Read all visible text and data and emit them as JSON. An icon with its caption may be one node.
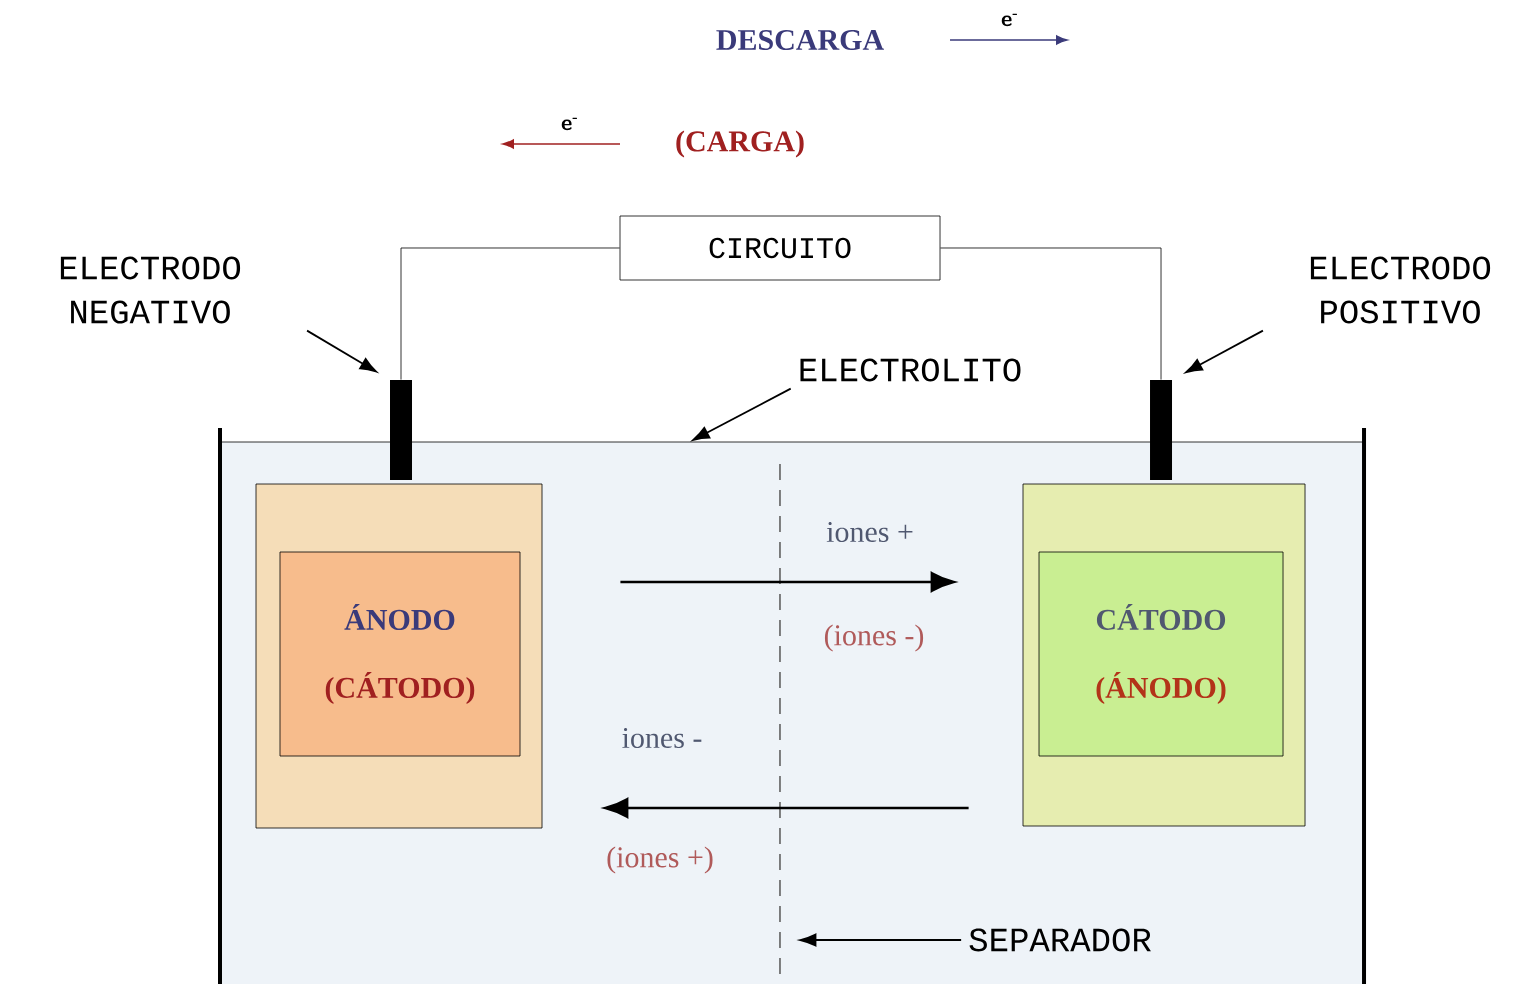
{
  "diagram": {
    "nodes": [
      {
        "text": [
          "CIRCUITO"
        ]
      },
      {
        "text": [
          "ELECTRODO NEGATIVO"
        ]
      },
      {
        "text": [
          "ELECTRODO POSITIVO"
        ]
      },
      {
        "text": [
          "ELECTROLITO"
        ]
      },
      {
        "text": [
          "SEPARADOR"
        ],
        "in": 5
      },
      {
        "text": [],
        "shape": "box"
      },
      {
        "text": [],
        "shape": "box",
        "in": 5
      },
      {
        "text": [
          "ÁNODO",
          "(CÁTODO)"
        ],
        "in": 6
      },
      {
        "text": [],
        "shape": "box",
        "in": 5
      },
      {
        "text": [
          "CÁTODO",
          "(ÁNODO)"
        ],
        "in": 8
      },
      {
        "text": [],
        "shape": "bar"
      },
      {
        "text": [],
        "shape": "bar"
      },
      {
        "text": [],
        "shape": "line",
        "in": 5
      }
    ],
    "edges": [
      {
        "from": 0,
        "to": 10,
        "arrow": "none"
      },
      {
        "from": 0,
        "to": 11,
        "arrow": "none"
      },
      {
        "from": 1,
        "to": 10,
        "arrow": "to"
      },
      {
        "from": 2,
        "to": 11,
        "arrow": "to"
      },
      {
        "from": 3,
        "to": 5,
        "arrow": "to"
      },
      {
        "from": 4,
        "to": 12,
        "arrow": "to"
      },
      {
        "from": 6,
        "to": 8,
        "arrow": "to"
      },
      {
        "from": 8,
        "to": 6,
        "arrow": "to"
      }
    ],
    "labels": [
      "DESCARGA",
      "e$^{-}$",
      "e$^{-}$",
      "(CARGA)",
      "iones +",
      "(iones -)",
      "iones -",
      "(iones +)"
    ]
  }
}
